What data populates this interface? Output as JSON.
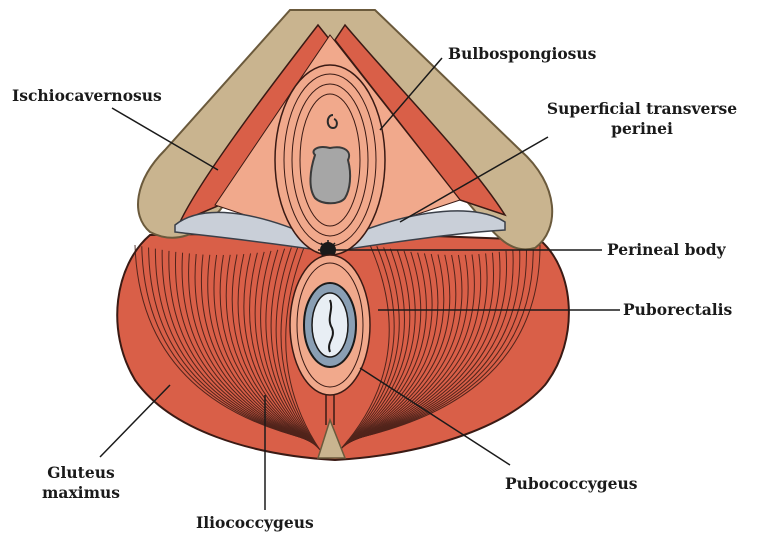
{
  "diagram": {
    "colors": {
      "muscle": "#d95f48",
      "muscle_dark": "#b8432f",
      "muscle_light": "#f1a98c",
      "bone": "#c9b48f",
      "ligament": "#c9cfd8",
      "canal": "#8a9fb4",
      "background": "#ffffff"
    },
    "labels": {
      "bulbospongiosus": "Bulbospongiosus",
      "ischiocavernosus": "Ischiocavernosus",
      "superficial_transverse_line1": "Superficial transverse",
      "superficial_transverse_line2": "perinei",
      "perineal_body": "Perineal body",
      "puborectalis": "Puborectalis",
      "gluteus_line1": "Gluteus",
      "gluteus_line2": "maximus",
      "pubococcygeus": "Pubococcygeus",
      "iliococcygeus": "Iliococcygeus"
    }
  }
}
